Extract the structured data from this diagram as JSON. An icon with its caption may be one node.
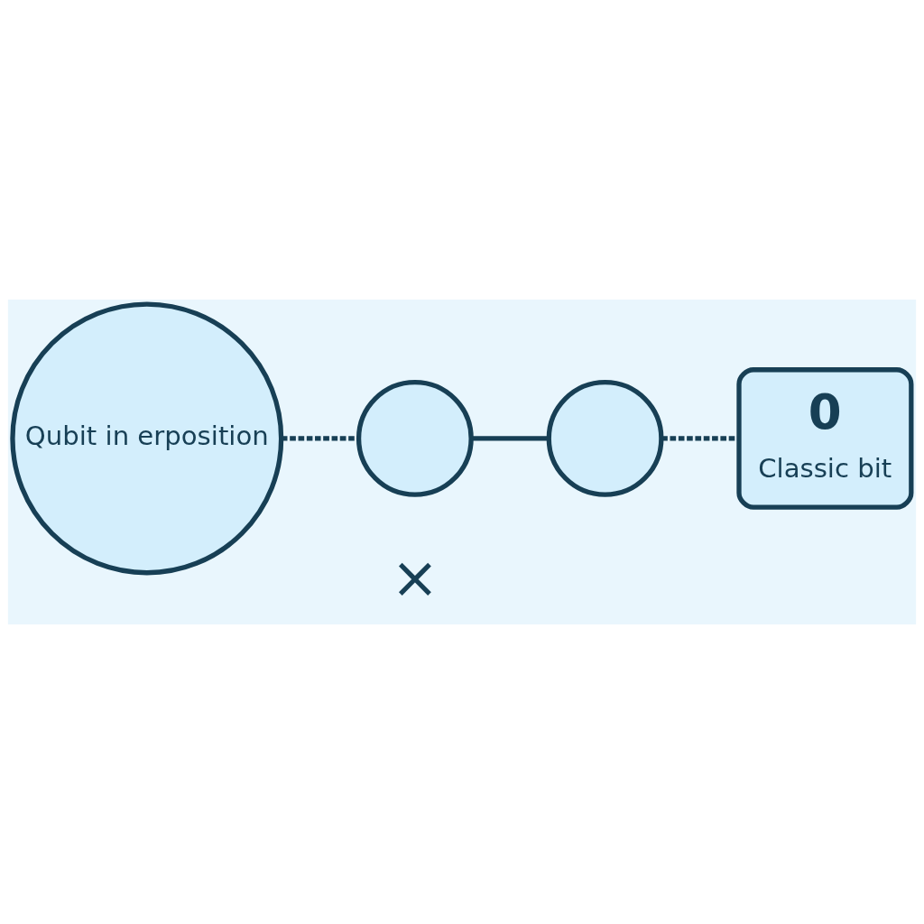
{
  "diagram": {
    "nodes": [
      {
        "text": [
          "Qubit in erposition"
        ]
      },
      {
        "text": [],
        "shape": "circle"
      },
      {
        "text": [],
        "shape": "circle"
      },
      {
        "text": [
          "0",
          "Classic bit"
        ]
      }
    ],
    "edges": [
      {
        "from": 0,
        "to": 1,
        "arrow": "none",
        "style": "dashed"
      },
      {
        "from": 1,
        "to": 2,
        "arrow": "none"
      },
      {
        "from": 2,
        "to": 3,
        "arrow": "none",
        "style": "dashed"
      }
    ],
    "labels": [
      "×"
    ]
  }
}
